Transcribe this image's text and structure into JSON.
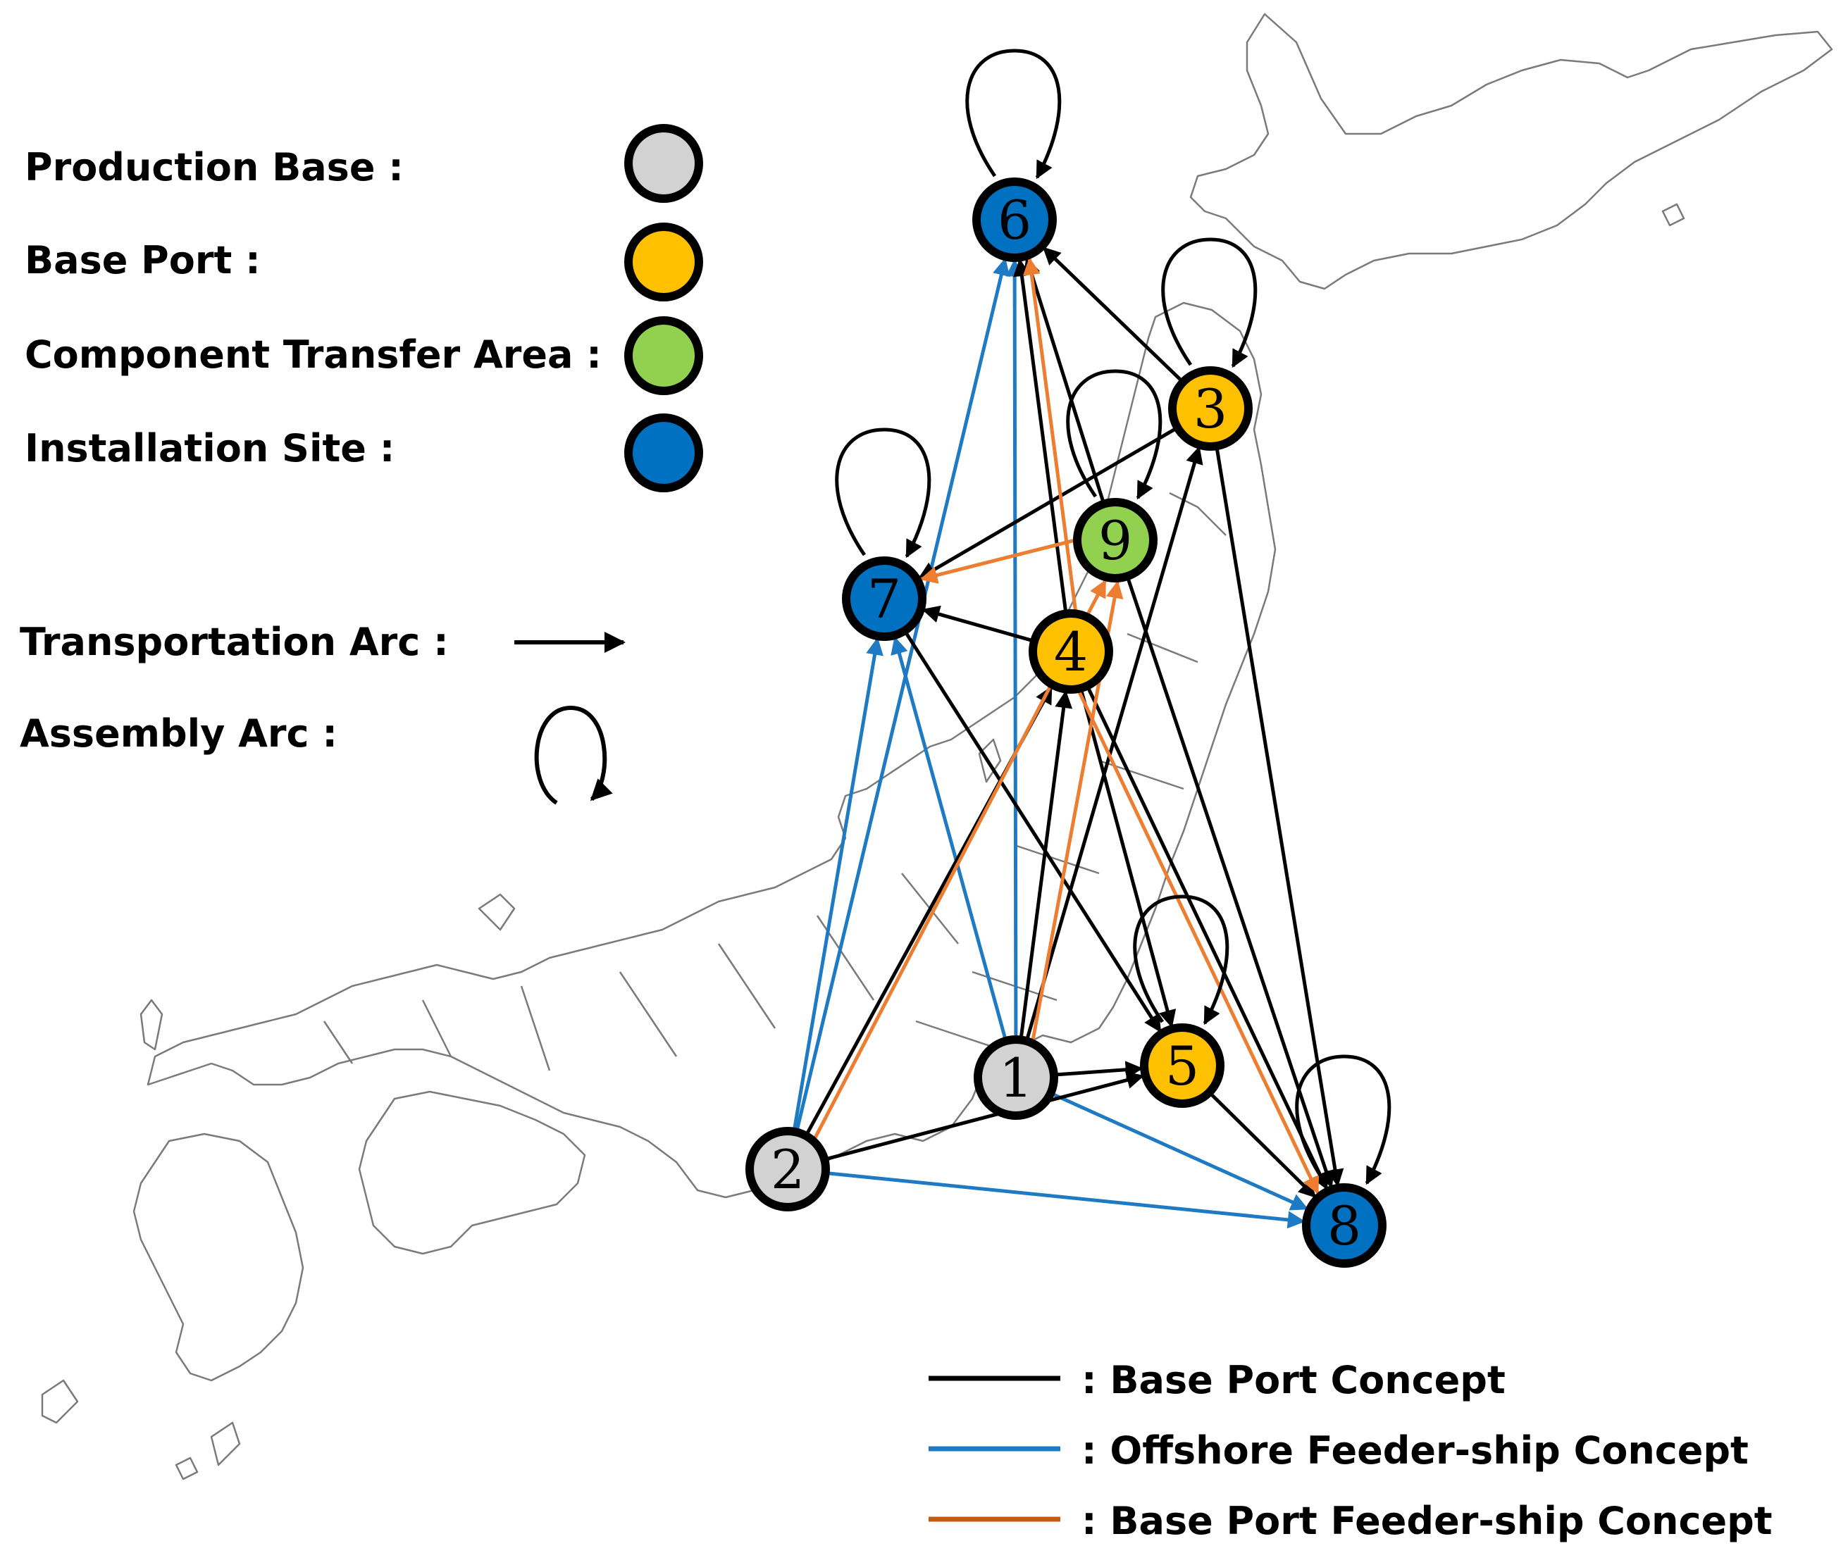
{
  "colors": {
    "production_base": "#d2d2d2",
    "base_port": "#ffc000",
    "component_transfer_area": "#92d050",
    "installation_site": "#0070c0",
    "base_port_concept": "#000000",
    "offshore_feeder_ship_concept": "#1f7ac4",
    "base_port_feeder_ship_concept": "#ed7d31"
  },
  "legend": {
    "production_base": "Production Base :",
    "base_port": "Base Port :",
    "component_transfer_area": "Component Transfer Area :",
    "installation_site": "Installation Site :",
    "transportation_arc": "Transportation Arc :",
    "assembly_arc": "Assembly Arc :",
    "base_port_concept": ": Base Port Concept",
    "offshore_feeder_ship_concept": ": Offshore Feeder-ship Concept",
    "base_port_feeder_ship_concept": ": Base Port Feeder-ship Concept"
  },
  "nodes": [
    {
      "id": "1",
      "label": "1",
      "type": "production_base"
    },
    {
      "id": "2",
      "label": "2",
      "type": "production_base"
    },
    {
      "id": "3",
      "label": "3",
      "type": "base_port"
    },
    {
      "id": "4",
      "label": "4",
      "type": "base_port"
    },
    {
      "id": "5",
      "label": "5",
      "type": "base_port"
    },
    {
      "id": "6",
      "label": "6",
      "type": "installation_site"
    },
    {
      "id": "7",
      "label": "7",
      "type": "installation_site"
    },
    {
      "id": "8",
      "label": "8",
      "type": "installation_site"
    },
    {
      "id": "9",
      "label": "9",
      "type": "component_transfer_area"
    }
  ],
  "arcs": [
    {
      "from": "1",
      "to": "6",
      "concept": "offshore_feeder_ship_concept"
    },
    {
      "from": "1",
      "to": "8",
      "concept": "offshore_feeder_ship_concept"
    },
    {
      "from": "2",
      "to": "6",
      "concept": "offshore_feeder_ship_concept"
    },
    {
      "from": "2",
      "to": "7",
      "concept": "offshore_feeder_ship_concept"
    },
    {
      "from": "2",
      "to": "8",
      "concept": "offshore_feeder_ship_concept"
    },
    {
      "from": "1",
      "to": "7",
      "concept": "offshore_feeder_ship_concept"
    },
    {
      "from": "1",
      "to": "4",
      "concept": "base_port_concept"
    },
    {
      "from": "1",
      "to": "5",
      "concept": "base_port_concept"
    },
    {
      "from": "1",
      "to": "3",
      "concept": "base_port_concept"
    },
    {
      "from": "2",
      "to": "4",
      "concept": "base_port_concept"
    },
    {
      "from": "2",
      "to": "5",
      "concept": "base_port_concept"
    },
    {
      "from": "4",
      "to": "6",
      "concept": "base_port_concept"
    },
    {
      "from": "4",
      "to": "7",
      "concept": "base_port_concept"
    },
    {
      "from": "4",
      "to": "8",
      "concept": "base_port_concept"
    },
    {
      "from": "4",
      "to": "5",
      "concept": "base_port_concept"
    },
    {
      "from": "3",
      "to": "6",
      "concept": "base_port_concept"
    },
    {
      "from": "3",
      "to": "7",
      "concept": "base_port_concept"
    },
    {
      "from": "3",
      "to": "8",
      "concept": "base_port_concept"
    },
    {
      "from": "5",
      "to": "8",
      "concept": "base_port_concept"
    },
    {
      "from": "7",
      "to": "5",
      "concept": "base_port_concept"
    },
    {
      "from": "9",
      "to": "6",
      "concept": "base_port_concept"
    },
    {
      "from": "9",
      "to": "8",
      "concept": "base_port_concept"
    },
    {
      "from": "2",
      "to": "9",
      "concept": "base_port_feeder_ship_concept"
    },
    {
      "from": "1",
      "to": "9",
      "concept": "base_port_feeder_ship_concept"
    },
    {
      "from": "9",
      "to": "7",
      "concept": "base_port_feeder_ship_concept"
    },
    {
      "from": "4",
      "to": "6",
      "concept": "base_port_feeder_ship_concept"
    },
    {
      "from": "4",
      "to": "8",
      "concept": "base_port_feeder_ship_concept"
    }
  ],
  "assembly_arcs": [
    "6",
    "3",
    "7",
    "9",
    "5",
    "8"
  ]
}
